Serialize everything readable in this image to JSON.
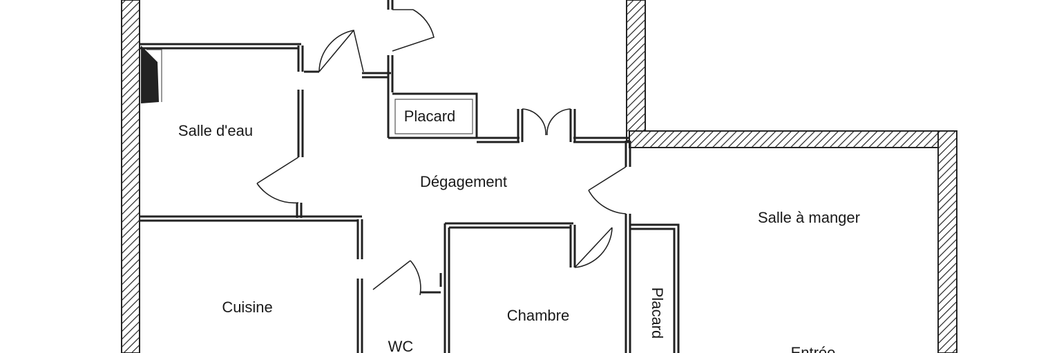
{
  "plan": {
    "rooms": {
      "salle_deau": "Salle d'eau",
      "placard_top": "Placard",
      "degagement": "Dégagement",
      "salle_a_manger": "Salle à manger",
      "cuisine": "Cuisine",
      "chambre": "Chambre",
      "placard_right": "Placard",
      "wc": "WC",
      "entree": "Entrée"
    }
  }
}
